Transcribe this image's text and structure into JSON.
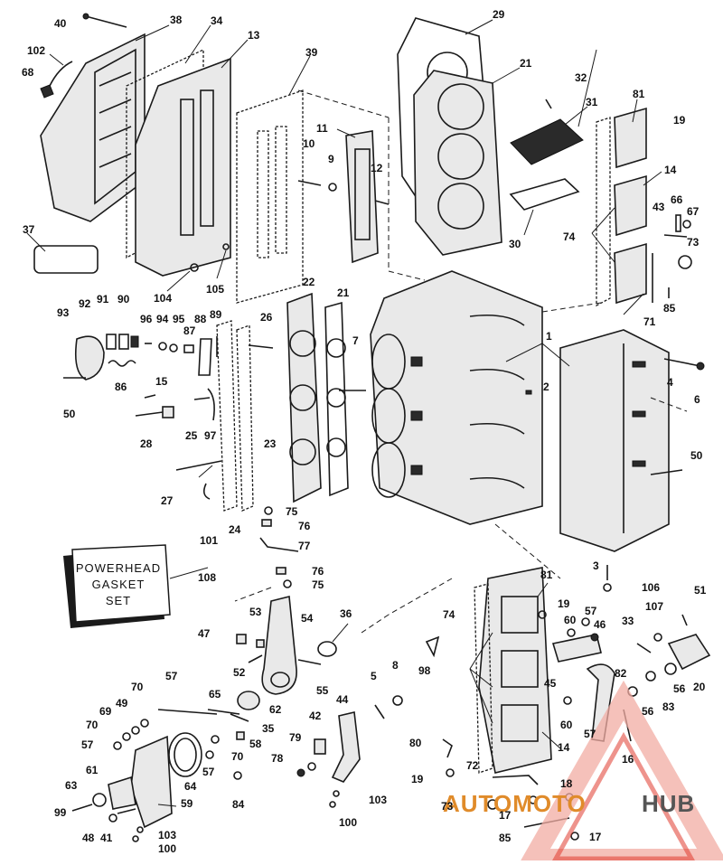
{
  "diagram": {
    "callouts": [
      "40",
      "38",
      "34",
      "13",
      "39",
      "102",
      "68",
      "37",
      "104",
      "105",
      "11",
      "10",
      "9",
      "12",
      "29",
      "21",
      "32",
      "31",
      "81",
      "19",
      "14",
      "30",
      "43",
      "66",
      "67",
      "73",
      "74",
      "71",
      "85",
      "22",
      "21",
      "26",
      "93",
      "92",
      "91",
      "90",
      "96",
      "94",
      "95",
      "87",
      "88",
      "89",
      "15",
      "86",
      "50",
      "28",
      "25",
      "97",
      "23",
      "27",
      "24",
      "101",
      "7",
      "1",
      "2",
      "4",
      "6",
      "50",
      "75",
      "76",
      "77",
      "76",
      "75",
      "108",
      "36",
      "53",
      "54",
      "47",
      "52",
      "55",
      "3",
      "106",
      "51",
      "107",
      "33",
      "20",
      "74",
      "81",
      "19",
      "57",
      "60",
      "46",
      "45",
      "82",
      "56",
      "83",
      "56",
      "5",
      "8",
      "98",
      "57",
      "65",
      "70",
      "69",
      "49",
      "70",
      "57",
      "62",
      "35",
      "58",
      "70",
      "64",
      "57",
      "44",
      "42",
      "79",
      "78",
      "84",
      "63",
      "61",
      "59",
      "99",
      "48",
      "41",
      "103",
      "100",
      "103",
      "100",
      "80",
      "19",
      "72",
      "73",
      "17",
      "85",
      "18",
      "17",
      "14",
      "16",
      "60",
      "57"
    ],
    "kit_box_label": "POWERHEAD\nGASKET\nSET",
    "kit_box_lines": [
      "POWERHEAD",
      "GASKET",
      "SET"
    ],
    "kit_box_number": "108"
  },
  "watermark": {
    "brand_left": "AUTOMOTO",
    "brand_right": "HUB",
    "accent_color": "#e03a2e",
    "accent_color_light": "#f5b8b0",
    "text_color_left": "#e08b2a",
    "text_color_right": "#555555"
  }
}
